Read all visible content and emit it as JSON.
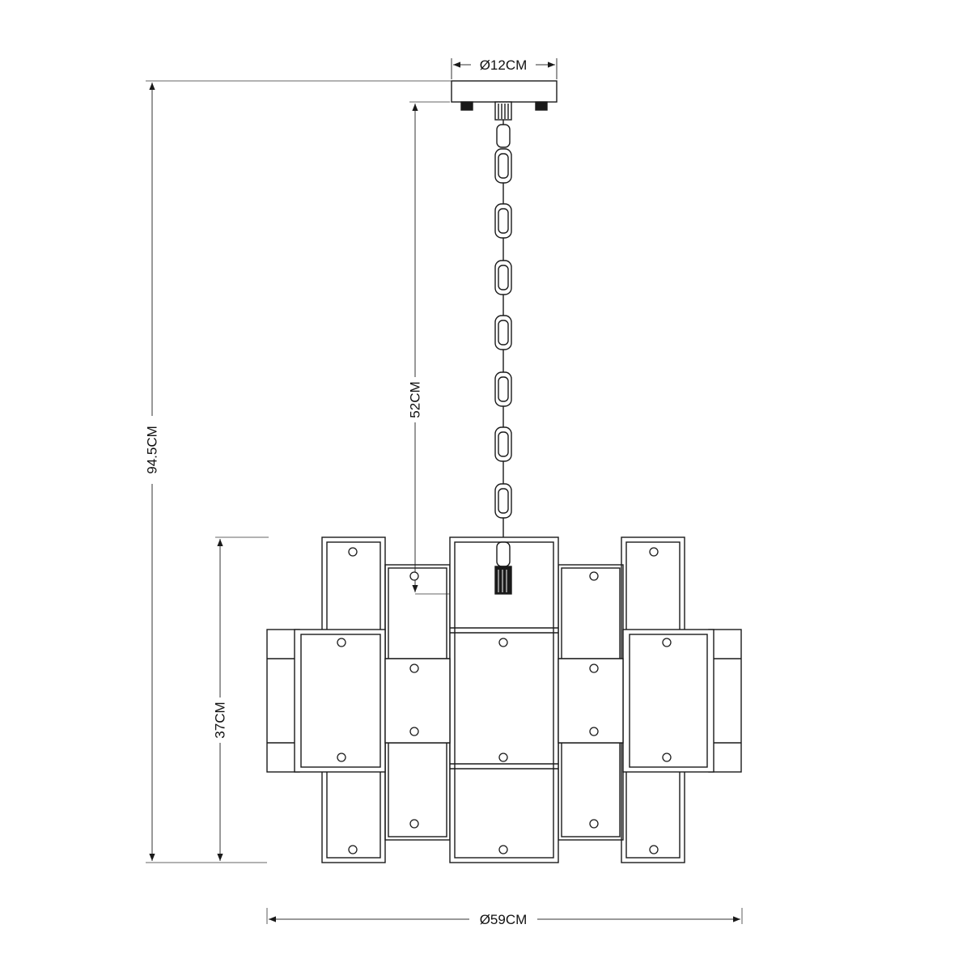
{
  "colors": {
    "line": "#1a1a1a",
    "dimension": "#333333",
    "background": "#ffffff"
  },
  "dimensions": {
    "canopy_diameter": "Ø12CM",
    "chain_length": "52CM",
    "total_height": "94.5CM",
    "body_height": "37CM",
    "body_diameter": "Ø59CM"
  }
}
